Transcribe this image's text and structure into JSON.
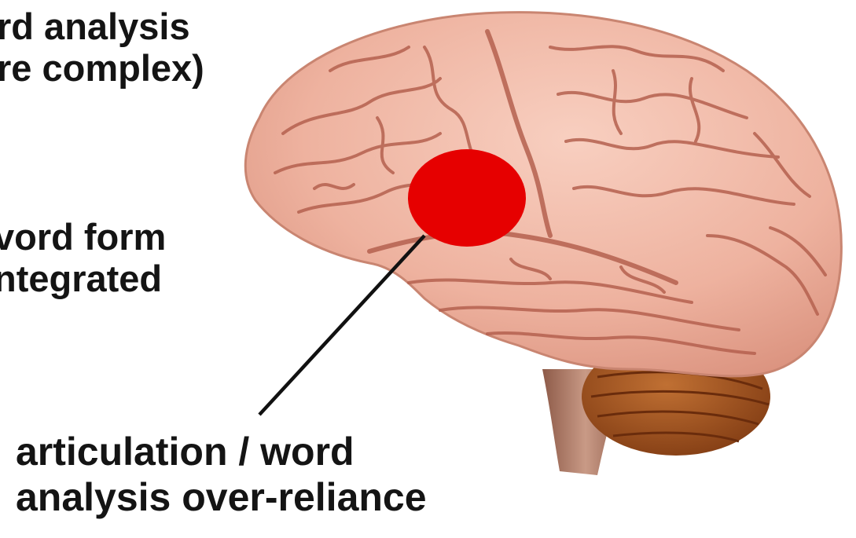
{
  "labels": {
    "top": {
      "line1": "rd analysis",
      "line2": "re complex)"
    },
    "middle": {
      "line1": "vord form",
      "line2": "ntegrated"
    },
    "bottom": {
      "line1": "articulation / word",
      "line2": "analysis over-reliance"
    }
  },
  "marker": {
    "color": "#e60000"
  },
  "colors": {
    "cortex": "#f2b7a4",
    "cortex_shadow": "#d98f7d",
    "sulci": "#b5614f",
    "cerebellum": "#9c4d1c",
    "stem": "#a26a55",
    "leader_line": "#111111"
  },
  "image_semantics": "brain-model-lateral-view"
}
